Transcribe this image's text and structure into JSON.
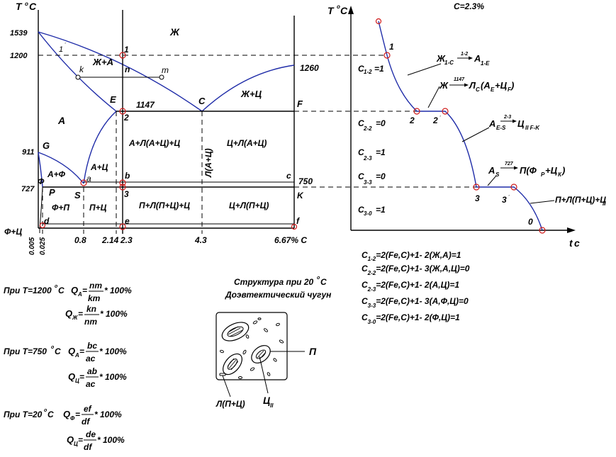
{
  "left_diagram": {
    "axis_t": "T",
    "axis_t_unit": "C",
    "temps": {
      "t1539": "1539",
      "t1200": "1200",
      "t911": "911",
      "t727": "727"
    },
    "xticks": {
      "x0005": "0.005",
      "x0025": "0.025",
      "x08": "0.8",
      "x214": "2.14",
      "x23": "2.3",
      "x43": "4.3",
      "x667": "6.67% C"
    },
    "points": {
      "p1p": "1",
      "p1": "1",
      "k": "k",
      "n": "n",
      "m": "m",
      "E": "E",
      "C": "C",
      "F": "F",
      "t1147": "1147",
      "t1260": "1260",
      "p2": "2",
      "G": "G",
      "phi": "Ф",
      "P": "P",
      "S": "S",
      "a": "a",
      "b": "b",
      "c": "c",
      "t750": "750",
      "p3": "3",
      "K": "K",
      "d": "d",
      "e": "e",
      "f": "f"
    },
    "regions": {
      "liquid": "Ж",
      "liq_aus": "Ж+А",
      "liq_cem": "Ж+Ц",
      "aus": "А",
      "aus_led": "А+Л(А+Ц)+Ц",
      "cem_led": "Ц+Л(А+Ц)",
      "led_vert": "Л(А+Ц)",
      "aus_fer": "А+Ф",
      "aus_cem": "А+Ц",
      "fer_perl": "Ф+П",
      "perl_cem": "П+Ц",
      "perl_ledp": "П+Л(П+Ц)+Ц",
      "cem_ledp": "Ц+Л(П+Ц)",
      "fer_cem3": "Ф+Ц"
    }
  },
  "right_diagram": {
    "title": "C=2.3%",
    "axis_t": "T",
    "axis_t_unit": "C",
    "axis_time": "t",
    "axis_time_unit": "c",
    "points": {
      "p1": "1",
      "p2": "2",
      "p2p": "2",
      "p3": "3",
      "p3p": "3",
      "p0": "0"
    },
    "freedom": {
      "c12": "C",
      "c12_sub": "1-2",
      "c12_val": "=1",
      "c22": "C",
      "c22_sub": "2-2",
      "c22_val": "=0",
      "c23": "C",
      "c23_sub": "2-3",
      "c23_val": "=1",
      "c33": "C",
      "c33_sub": "3-3",
      "c33_val": "=0",
      "c30": "C",
      "c30_sub": "3-0",
      "c30_val": "=1"
    },
    "reactions": {
      "r1_a": "Ж",
      "r1_a_sub": "1-С",
      "r1_arrow": "1-2",
      "r1_b": "А",
      "r1_b_sub": "1-Е",
      "r2_a": "Ж",
      "r2_arrow": "1147",
      "r2_b": "Л",
      "r2_b_sub": "С",
      "r2_c": "(А",
      "r2_c_sub": "Е",
      "r2_d": "+Ц",
      "r2_d_sub": "F",
      "r2_e": ")",
      "r3_a": "А",
      "r3_a_sub": "Е-S",
      "r3_arrow": "2-3",
      "r3_b": "Ц",
      "r3_b_sub": "II F-K",
      "r4_a": "А",
      "r4_a_sub": "S",
      "r4_arrow": "727",
      "r4_b": "П(Ф",
      "r4_b_sub": "Р",
      "r4_c": "+Ц",
      "r4_c_sub": "К",
      "r4_d": ")",
      "r5": "П+Л(П+Ц)+Ц",
      "r5_sub": "II"
    }
  },
  "phase_rule": [
    {
      "c": "C",
      "sub": "1-2",
      "rest": "=2(Fe,C)+1- 2(Ж,А)=1"
    },
    {
      "c": "C",
      "sub": "2-2",
      "rest": "=2(Fe,C)+1- 3(Ж,А,Ц)=0"
    },
    {
      "c": "C",
      "sub": "2-3",
      "rest": "=2(Fe,C)+1- 2(А,Ц)=1"
    },
    {
      "c": "C",
      "sub": "3-3",
      "rest": "=2(Fe,C)+1- 3(А,Ф,Ц)=0"
    },
    {
      "c": "C",
      "sub": "3-0",
      "rest": "=2(Fe,C)+1- 2(Ф,Ц)=1"
    }
  ],
  "lever": {
    "g1_head": "При Т=1200",
    "g1_unit": "C",
    "g1_q1": "Q",
    "g1_q1_sub": "А",
    "g1_q1_num": "nm",
    "g1_q1_den": "km",
    "g1_q1_tail": "* 100%",
    "g1_q2": "Q",
    "g1_q2_sub": "Ж",
    "g1_q2_num": "kn",
    "g1_q2_den": "nm",
    "g1_q2_tail": "* 100%",
    "g2_head": "При Т=750",
    "g2_unit": "C",
    "g2_q1": "Q",
    "g2_q1_sub": "А",
    "g2_q1_num": "bc",
    "g2_q1_den": "ac",
    "g2_q1_tail": "* 100%",
    "g2_q2": "Q",
    "g2_q2_sub": "Ц",
    "g2_q2_num": "ab",
    "g2_q2_den": "ac",
    "g2_q2_tail": "* 100%",
    "g3_head": "При Т=20",
    "g3_unit": "C",
    "g3_q1": "Q",
    "g3_q1_sub": "Ф",
    "g3_q1_num": "ef",
    "g3_q1_den": "df",
    "g3_q1_tail": "* 100%",
    "g3_q2": "Q",
    "g3_q2_sub": "Ц",
    "g3_q2_num": "de",
    "g3_q2_den": "df",
    "g3_q2_tail": "* 100%"
  },
  "structure": {
    "title1": "Структура при 20",
    "title1_unit": "С",
    "title2": "Доэвтектический чугун",
    "label_p": "П",
    "label_l": "Л(П+Ц)",
    "label_c": "Ц",
    "label_c_sub": "II"
  }
}
